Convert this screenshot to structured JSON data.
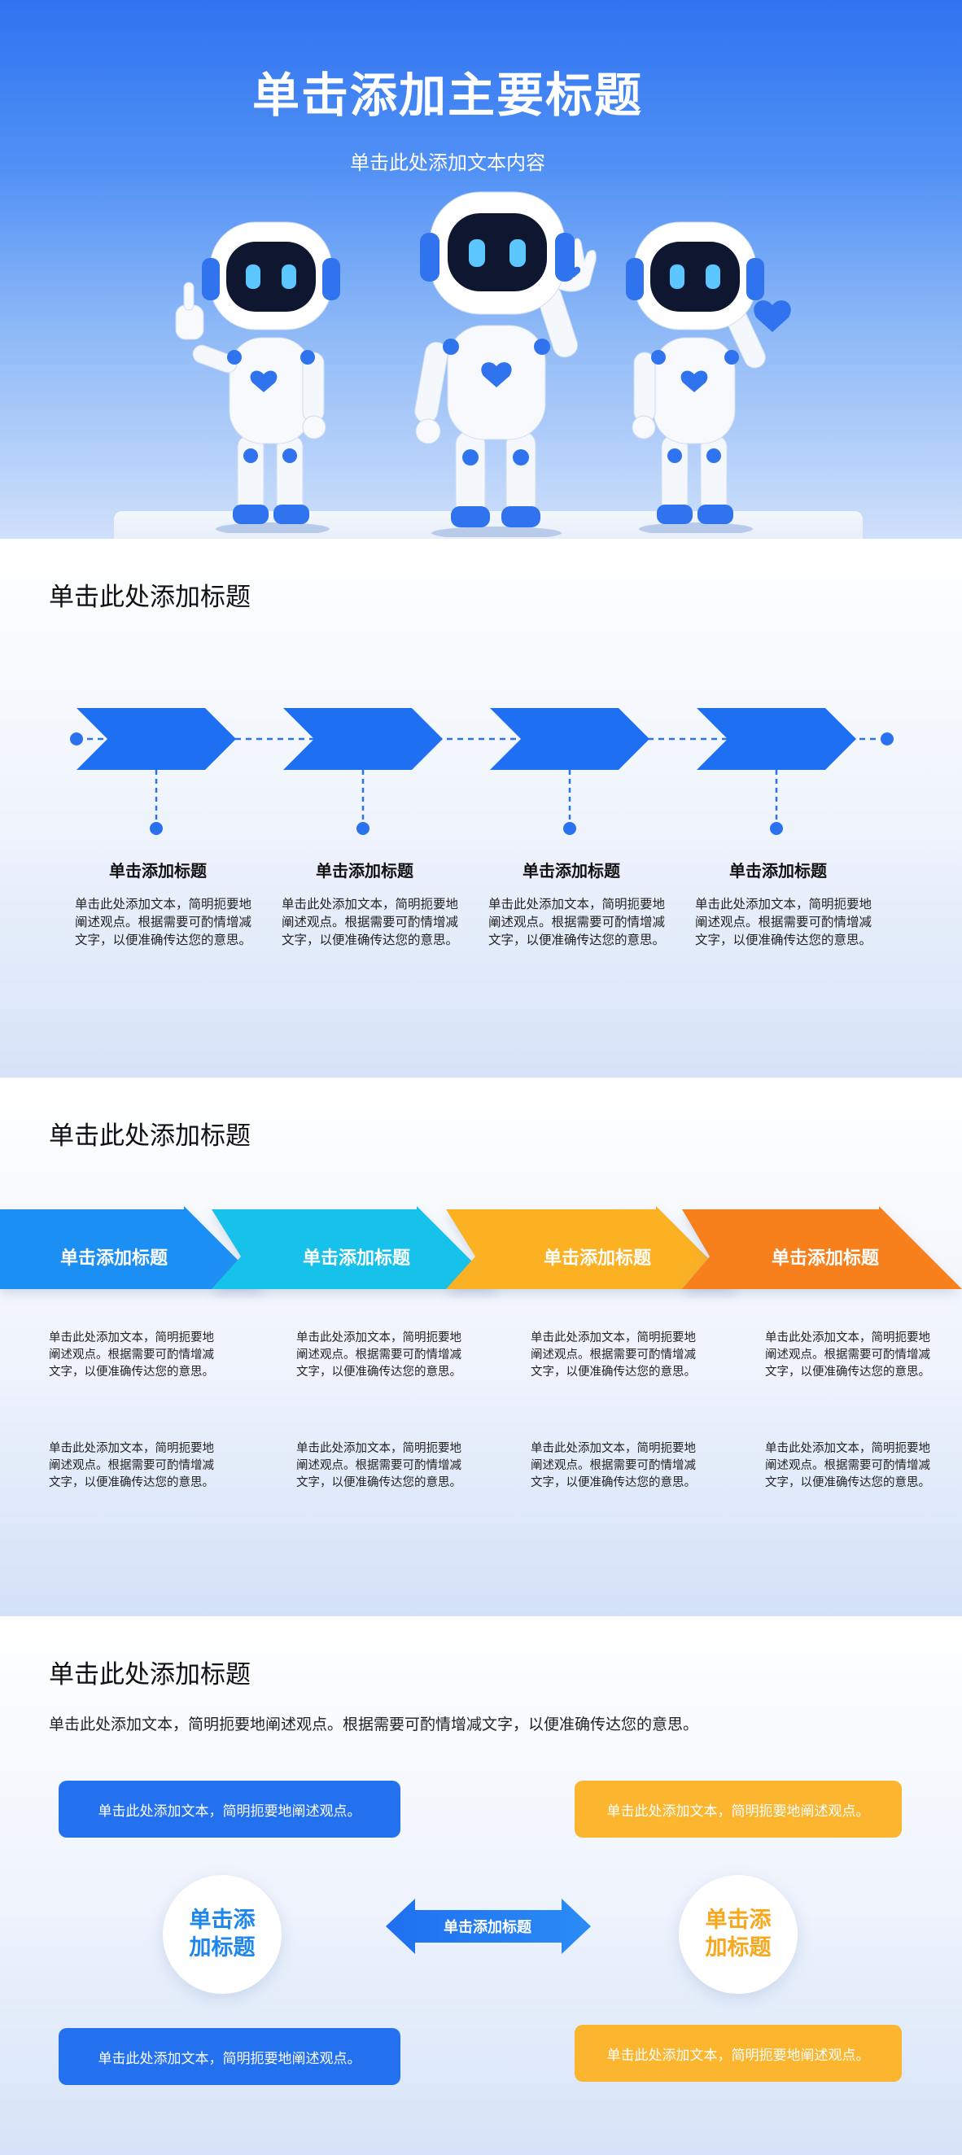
{
  "hero": {
    "title": "单击添加主要标题",
    "subtitle": "单击此处添加文本内容"
  },
  "section2": {
    "title": "单击此处添加标题",
    "steps": [
      {
        "title": "单击添加标题",
        "desc": "单击此处添加文本，简明扼要地阐述观点。根据需要可酌情增减文字，以便准确传达您的意思。"
      },
      {
        "title": "单击添加标题",
        "desc": "单击此处添加文本，简明扼要地阐述观点。根据需要可酌情增减文字，以便准确传达您的意思。"
      },
      {
        "title": "单击添加标题",
        "desc": "单击此处添加文本，简明扼要地阐述观点。根据需要可酌情增减文字，以便准确传达您的意思。"
      },
      {
        "title": "单击添加标题",
        "desc": "单击此处添加文本，简明扼要地阐述观点。根据需要可酌情增减文字，以便准确传达您的意思。"
      }
    ]
  },
  "section3": {
    "title": "单击此处添加标题",
    "columns": [
      {
        "label": "单击添加标题",
        "color": "#1d8ff5",
        "text1": "单击此处添加文本，简明扼要地阐述观点。根据需要可酌情增减文字，以便准确传达您的意思。",
        "text2": "单击此处添加文本，简明扼要地阐述观点。根据需要可酌情增减文字，以便准确传达您的意思。"
      },
      {
        "label": "单击添加标题",
        "color": "#16c2ea",
        "text1": "单击此处添加文本，简明扼要地阐述观点。根据需要可酌情增减文字，以便准确传达您的意思。",
        "text2": "单击此处添加文本，简明扼要地阐述观点。根据需要可酌情增减文字，以便准确传达您的意思。"
      },
      {
        "label": "单击添加标题",
        "color": "#fbb123",
        "text1": "单击此处添加文本，简明扼要地阐述观点。根据需要可酌情增减文字，以便准确传达您的意思。",
        "text2": "单击此处添加文本，简明扼要地阐述观点。根据需要可酌情增减文字，以便准确传达您的意思。"
      },
      {
        "label": "单击添加标题",
        "color": "#f7801a",
        "text1": "单击此处添加文本，简明扼要地阐述观点。根据需要可酌情增减文字，以便准确传达您的意思。",
        "text2": "单击此处添加文本，简明扼要地阐述观点。根据需要可酌情增减文字，以便准确传达您的意思。"
      }
    ]
  },
  "section4": {
    "title": "单击此处添加标题",
    "lead": "单击此处添加文本，简明扼要地阐述观点。根据需要可酌情增减文字，以便准确传达您的意思。",
    "pill_tl": "单击此处添加文本，简明扼要地阐述观点。",
    "pill_tr": "单击此处添加文本，简明扼要地阐述观点。",
    "pill_bl": "单击此处添加文本，简明扼要地阐述观点。",
    "pill_br": "单击此处添加文本，简明扼要地阐述观点。",
    "circle_left": "单击添加标题",
    "circle_right": "单击添加标题",
    "center_arrow": "单击添加标题",
    "colors": {
      "blue": "#2471f0",
      "yellow": "#fbb52e",
      "circle_left_text": "#1f86ec",
      "circle_right_text": "#f7a81e"
    }
  }
}
